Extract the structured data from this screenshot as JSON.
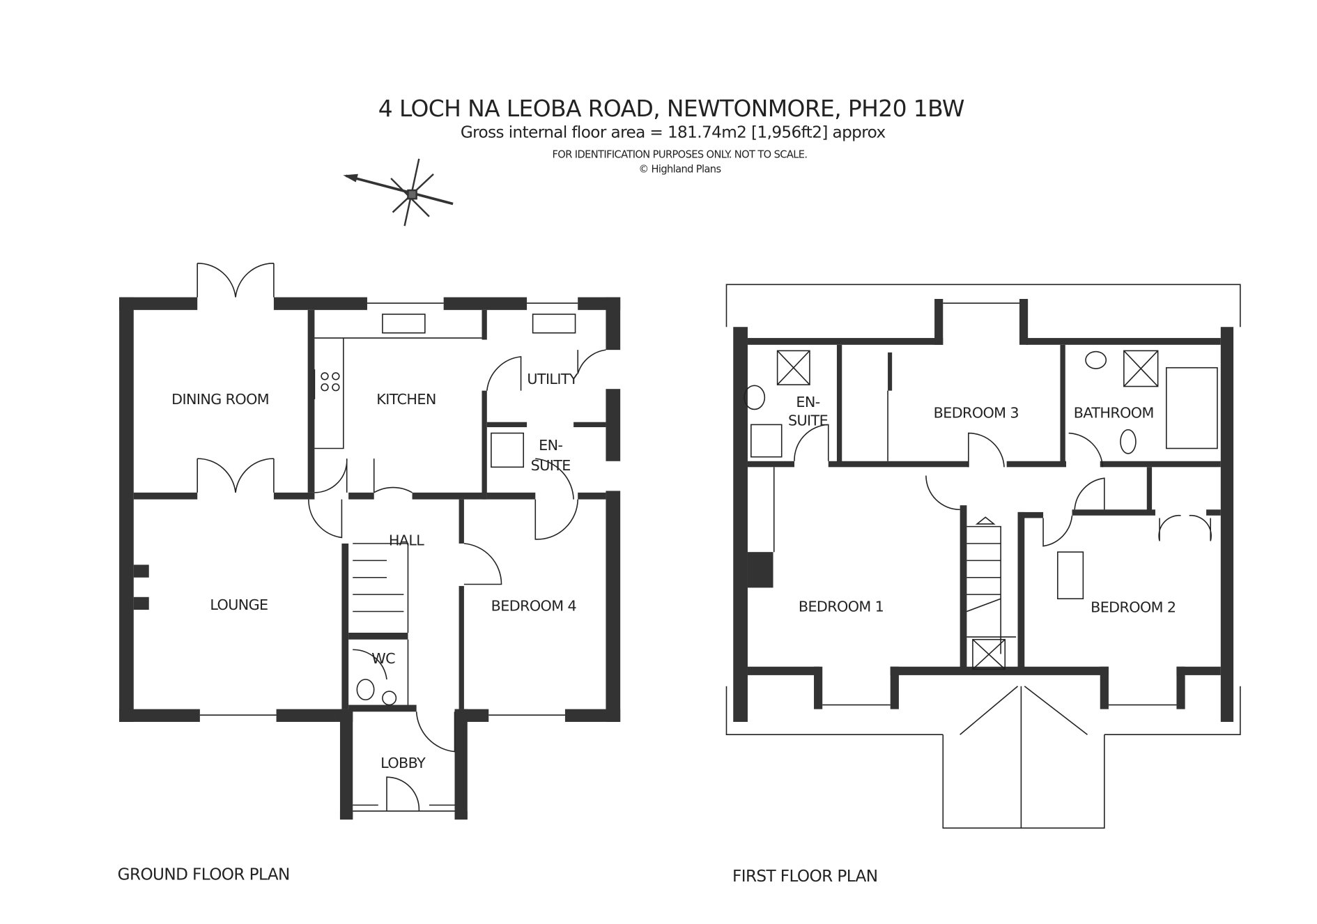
{
  "header": {
    "address": "4 LOCH NA LEOBA ROAD, NEWTONMORE, PH20 1BW",
    "area": "Gross internal floor area = 181.74m2 [1,956ft2] approx",
    "disclaimer": "FOR IDENTIFICATION PURPOSES ONLY. NOT TO SCALE.",
    "copyright": "© Highland Plans"
  },
  "ground_floor": {
    "label": "GROUND FLOOR PLAN",
    "rooms": {
      "dining": "DINING ROOM",
      "kitchen": "KITCHEN",
      "utility": "UTILITY",
      "ensuite_1": "EN-",
      "ensuite_2": "SUITE",
      "hall": "HALL",
      "lounge": "LOUNGE",
      "bedroom4": "BEDROOM 4",
      "wc": "WC",
      "lobby": "LOBBY"
    }
  },
  "first_floor": {
    "label": "FIRST FLOOR PLAN",
    "rooms": {
      "ensuite_1": "EN-",
      "ensuite_2": "SUITE",
      "bedroom3": "BEDROOM 3",
      "bathroom": "BATHROOM",
      "bedroom1": "BEDROOM 1",
      "bedroom2": "BEDROOM 2"
    }
  }
}
